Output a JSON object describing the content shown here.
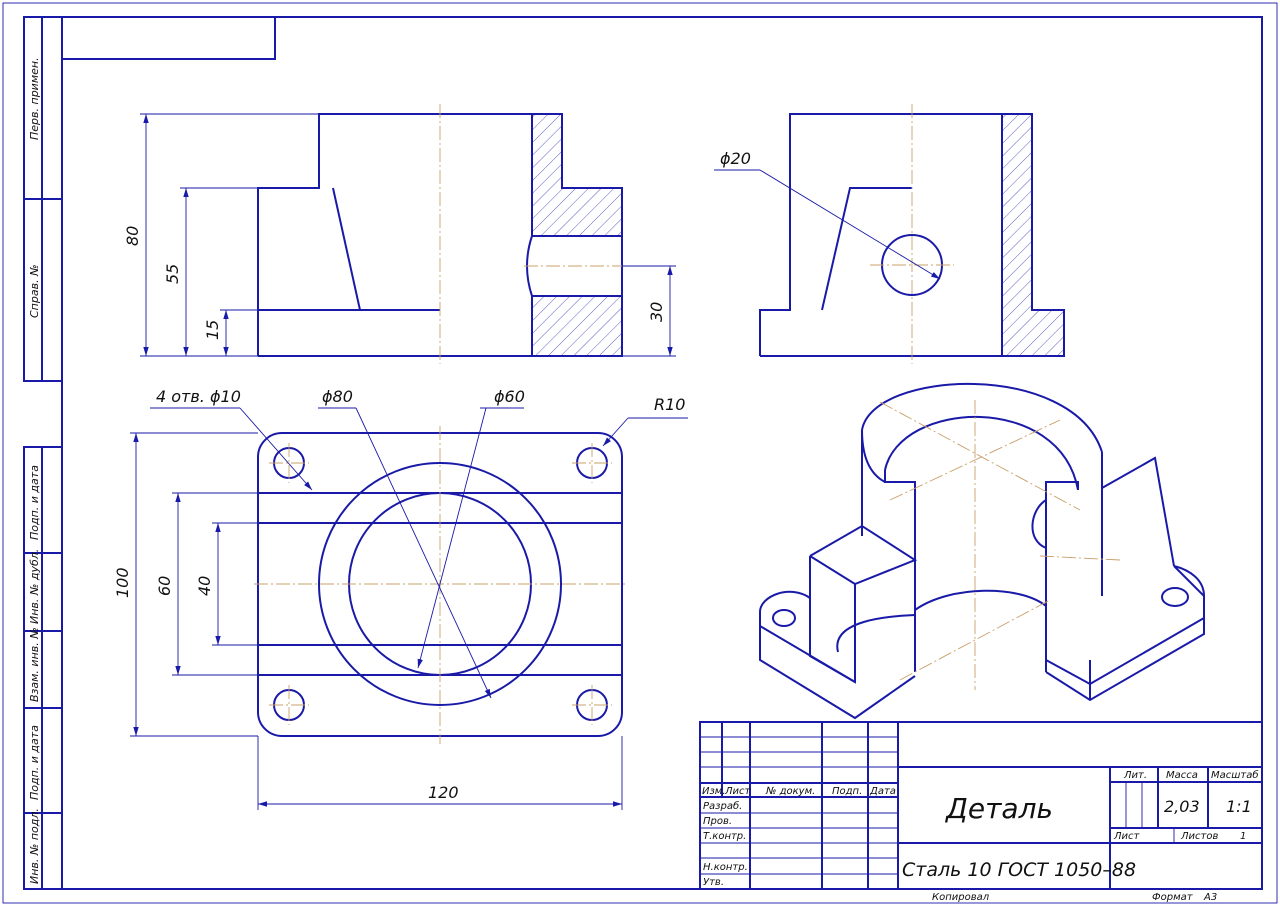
{
  "side_stamp": {
    "perv_primen": "Перв. примен.",
    "sprav_no": "Справ. №",
    "podp_data_1": "Подп. и дата",
    "inv_dubl": "Инв. № дубл.",
    "vzam_inv": "Взам. инв. №",
    "podp_data_2": "Подп. и дата",
    "inv_podl": "Инв. № подл."
  },
  "dims": {
    "h80": "80",
    "h55": "55",
    "h15": "15",
    "h30": "30",
    "d20": "ϕ20",
    "holes": "4 отв. ϕ10",
    "d80": "ϕ80",
    "d60": "ϕ60",
    "r10": "R10",
    "h100": "100",
    "h60": "60",
    "h40": "40",
    "w120": "120"
  },
  "title_block": {
    "name": "Деталь",
    "material": "Сталь 10  ГОСТ 1050–88",
    "col_izm": "Изм.",
    "col_list": "Лист",
    "col_docum": "№ докум.",
    "col_podp": "Подп.",
    "col_data": "Дата",
    "razrab": "Разраб.",
    "prov": "Пров.",
    "tkontr": "Т.контр.",
    "nkontr": "Н.контр.",
    "utv": "Утв.",
    "lit": "Лит.",
    "massa": "Масса",
    "masshtab": "Масштаб",
    "massa_val": "2,03",
    "masshtab_val": "1:1",
    "list": "Лист",
    "listov": "Листов",
    "listov_val": "1"
  },
  "footer": {
    "kopiroval": "Копировал",
    "format": "Формат",
    "format_val": "А3"
  }
}
